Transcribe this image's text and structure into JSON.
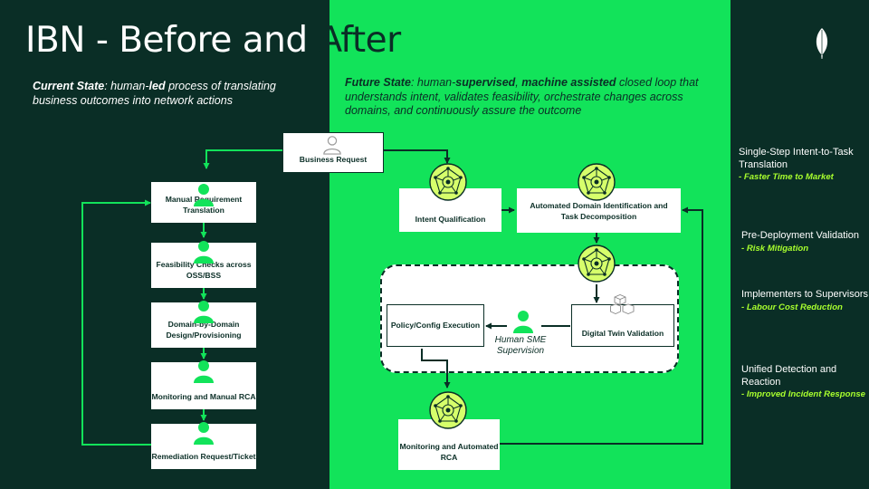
{
  "title": {
    "part1": "IBN - Before and ",
    "part2": "After"
  },
  "current_state": {
    "label": "Current State",
    "text_1": ": human-",
    "bold": "led",
    "text_2": " process of translating business outcomes into network actions"
  },
  "future_state": {
    "label": "Future State",
    "text_1": ": human-",
    "bold_1": "supervised",
    "text_2": ", ",
    "bold_2": "machine assisted",
    "text_3": " closed loop that understands intent, validates feasibility, orchestrate changes across domains, and continuously assure the outcome"
  },
  "business_request": "Business Request",
  "current_steps": [
    "Manual Requirement Translation",
    "Feasibility Checks across OSS/BSS",
    "Domain-by-Domain Design/Provisioning",
    "Monitoring and Manual RCA",
    "Remediation Request/Ticket"
  ],
  "future_steps": {
    "intent": "Intent Qualification",
    "auto_domain": "Automated Domain Identification and Task Decomposition",
    "digital_twin": "Digital Twin Validation",
    "policy": "Policy/Config Execution",
    "monitoring": "Monitoring and Automated RCA"
  },
  "human_sme": "Human SME Supervision",
  "benefits": [
    {
      "label": "Single-Step Intent-to-Task Translation",
      "value": "- Faster Time to Market"
    },
    {
      "label": "Pre-Deployment Validation",
      "value": "- Risk Mitigation"
    },
    {
      "label": "Implementers to Supervisors",
      "value": "- Labour Cost Reduction"
    },
    {
      "label": "Unified Detection and Reaction",
      "value": "- Improved Incident Response"
    }
  ],
  "colors": {
    "dark": "#0a2e26",
    "green": "#12e35a",
    "lime": "#a8ff2e",
    "white": "#ffffff"
  },
  "icons": {
    "person": "person-icon",
    "hex": "network-hex-icon",
    "cubes": "cubes-icon",
    "leaf": "leaf-logo-icon"
  }
}
